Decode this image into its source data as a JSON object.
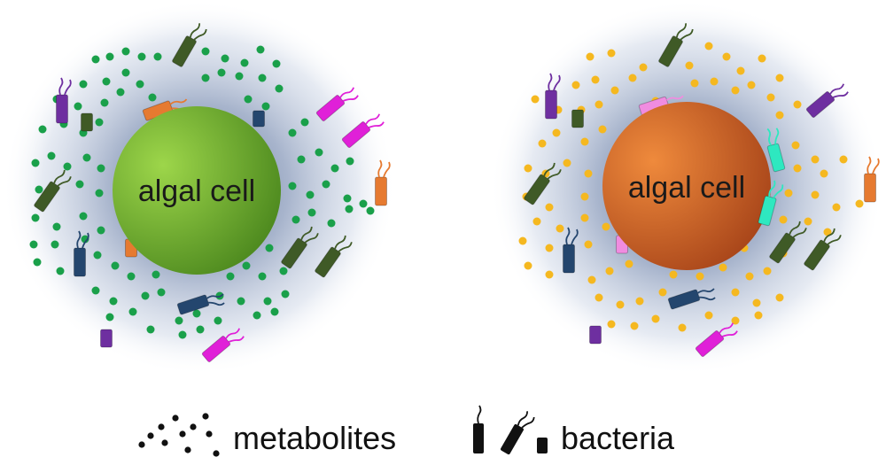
{
  "panels": [
    {
      "cell_label": "algal cell",
      "cell_color_light": "#9dd64a",
      "cell_color_dark": "#4e8a1f",
      "metabolite_color": "#1aa04a"
    },
    {
      "cell_label": "algal cell",
      "cell_color_light": "#ef8a3c",
      "cell_color_dark": "#a9461a",
      "metabolite_color": "#f5b820"
    }
  ],
  "halo_color": "#8a9bbb",
  "legend": {
    "metabolites_label": "metabolites",
    "bacteria_label": "bacteria",
    "icon_color": "#111111"
  },
  "bacteria_colors": {
    "dark_green": "#3f5a26",
    "purple": "#6e2fa0",
    "magenta": "#e020d8",
    "orange": "#e67a30",
    "navy": "#24466e",
    "pink": "#f08ce0",
    "cyan": "#2ee8c0"
  }
}
